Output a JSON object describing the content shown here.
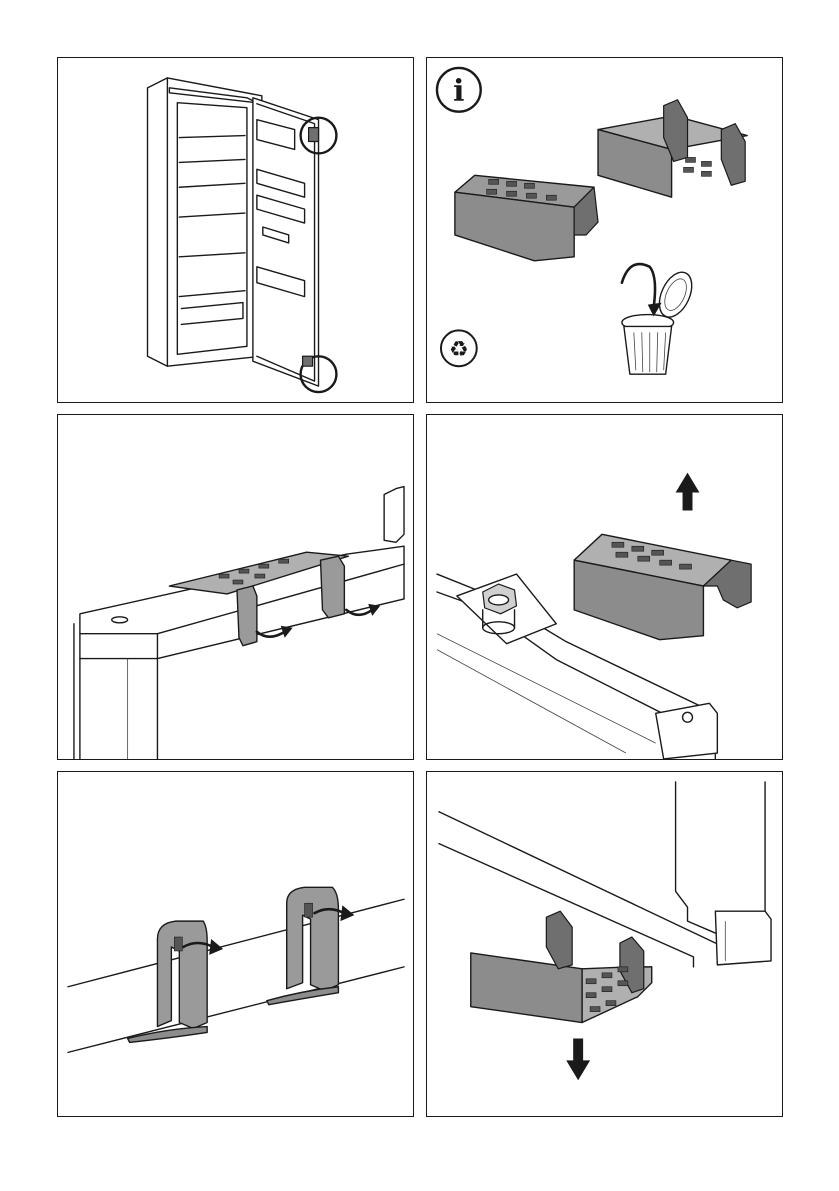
{
  "panels": [
    {
      "id": "step-1",
      "content": "refrigerator-open-door-hinges"
    },
    {
      "id": "step-2",
      "content": "spacer-parts-info-recycle"
    },
    {
      "id": "step-3",
      "content": "spacer-clipped-on-door-top"
    },
    {
      "id": "step-4",
      "content": "spacer-lifted-off-hinge"
    },
    {
      "id": "step-5",
      "content": "spacer-clips-closeup"
    },
    {
      "id": "step-6",
      "content": "spacer-removed-downward"
    }
  ],
  "icons": {
    "info": "i",
    "recycle": "♻"
  },
  "colors": {
    "line": "#1a1a1a",
    "part_fill": "#9a9a9a",
    "part_dark": "#6f6f6f"
  }
}
